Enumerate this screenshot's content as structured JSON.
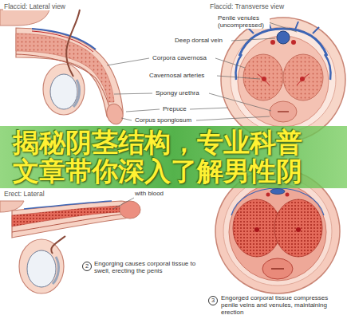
{
  "diagram": {
    "nodes": [
      {
        "text": [
          "揭秘阴茎结构，专业科普 文章带你深入了解男性阴"
        ]
      }
    ],
    "labels": [
      "Flaccid: Lateral view",
      "Flaccid: Transverse view",
      "Penile venules (uncompressed)",
      "Deep dorsal vein",
      "Corpora cavernosa",
      "Cavernosal arteries",
      "Spongy urethra",
      "Prepuce",
      "Corpus spongiosum",
      "Erect: Lateral",
      "with blood",
      "2",
      "Engorging causes corporal tissue to swell, erecting the penis",
      "3",
      "Engorged corporal tissue compresses penile veins and venules, maintaining erection"
    ]
  }
}
